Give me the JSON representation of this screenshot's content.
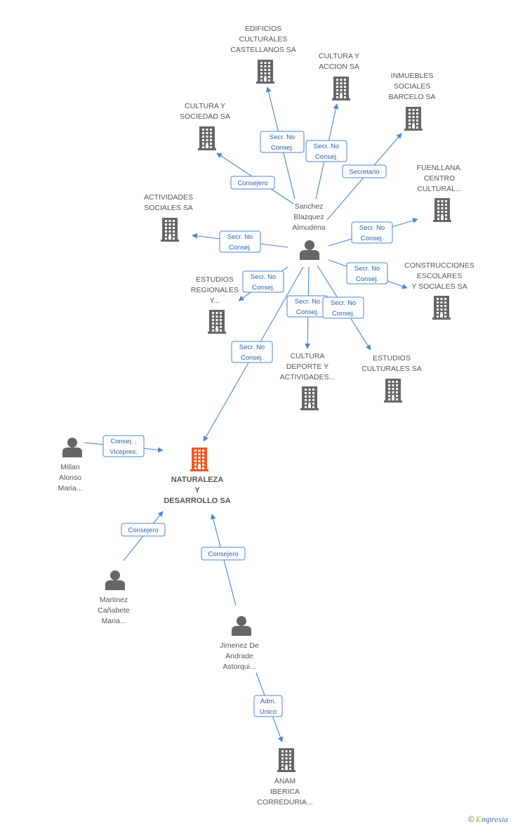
{
  "nodes": [
    {
      "id": "center",
      "kind": "person",
      "lines": [
        "Sanchez",
        "Blazquez",
        "Almudena"
      ]
    },
    {
      "id": "naturaleza",
      "kind": "company",
      "main": true,
      "lines": [
        "NATURALEZA",
        "Y",
        "DESARROLLO SA"
      ]
    },
    {
      "id": "edificios",
      "kind": "company",
      "lines": [
        "EDIFICIOS",
        "CULTURALES",
        "CASTELLANOS SA"
      ]
    },
    {
      "id": "cultura_accion",
      "kind": "company",
      "lines": [
        "CULTURA Y",
        "ACCION SA"
      ]
    },
    {
      "id": "inmuebles",
      "kind": "company",
      "lines": [
        "INMUEBLES",
        "SOCIALES",
        "BARCELO SA"
      ]
    },
    {
      "id": "cultura_sociedad",
      "kind": "company",
      "lines": [
        "CULTURA Y",
        "SOCIEDAD SA"
      ]
    },
    {
      "id": "fuenllana",
      "kind": "company",
      "lines": [
        "FUENLLANA.",
        "CENTRO",
        "CULTURAL..."
      ]
    },
    {
      "id": "actividades",
      "kind": "company",
      "lines": [
        "ACTIVIDADES",
        "SOCIALES SA"
      ]
    },
    {
      "id": "construcciones",
      "kind": "company",
      "lines": [
        "CONSTRUCCIONES",
        "ESCOLARES",
        "Y SOCIALES SA"
      ]
    },
    {
      "id": "estudios_regionales",
      "kind": "company",
      "lines": [
        "ESTUDIOS",
        "REGIONALES",
        "Y..."
      ]
    },
    {
      "id": "cultura_deporte",
      "kind": "company",
      "lines": [
        "CULTURA",
        "DEPORTE Y",
        "ACTIVIDADES..."
      ]
    },
    {
      "id": "estudios_culturales",
      "kind": "company",
      "lines": [
        "ESTUDIOS",
        "CULTURALES SA"
      ]
    },
    {
      "id": "millan",
      "kind": "person",
      "lines": [
        "Millan",
        "Alonso",
        "Maria..."
      ]
    },
    {
      "id": "martinez",
      "kind": "person",
      "lines": [
        "Martinez",
        "Cañabete",
        "Maria..."
      ]
    },
    {
      "id": "jimenez",
      "kind": "person",
      "lines": [
        "Jimenez De",
        "Andrade",
        "Astorqui..."
      ]
    },
    {
      "id": "anam",
      "kind": "company",
      "lines": [
        "ANAM",
        "IBERICA",
        "CORREDURIA..."
      ]
    }
  ],
  "edges": [
    {
      "from": "center",
      "to": "edificios",
      "lines": [
        "Secr.  No",
        "Consej."
      ]
    },
    {
      "from": "center",
      "to": "cultura_accion",
      "lines": [
        "Secr.  No",
        "Consej."
      ]
    },
    {
      "from": "center",
      "to": "inmuebles",
      "lines": [
        "Secretario"
      ]
    },
    {
      "from": "center",
      "to": "cultura_sociedad",
      "lines": [
        "Consejero"
      ]
    },
    {
      "from": "center",
      "to": "fuenllana",
      "lines": [
        "Secr.  No",
        "Consej."
      ]
    },
    {
      "from": "center",
      "to": "actividades",
      "lines": [
        "Secr.  No",
        "Consej."
      ]
    },
    {
      "from": "center",
      "to": "construcciones",
      "lines": [
        "Secr.  No",
        "Consej."
      ]
    },
    {
      "from": "center",
      "to": "estudios_regionales",
      "lines": [
        "Secr.  No",
        "Consej."
      ]
    },
    {
      "from": "center",
      "to": "cultura_deporte",
      "lines": [
        "Secr.  No",
        "Consej."
      ]
    },
    {
      "from": "center",
      "to": "estudios_culturales",
      "lines": [
        "Secr.  No",
        "Consej."
      ]
    },
    {
      "from": "center",
      "to": "naturaleza",
      "lines": [
        "Secr.  No",
        "Consej."
      ]
    },
    {
      "from": "millan",
      "to": "naturaleza",
      "lines": [
        "Consej. ,",
        "Vicepres."
      ]
    },
    {
      "from": "martinez",
      "to": "naturaleza",
      "lines": [
        "Consejero"
      ]
    },
    {
      "from": "jimenez",
      "to": "naturaleza",
      "lines": [
        "Consejero"
      ]
    },
    {
      "from": "jimenez",
      "to": "anam",
      "lines": [
        "Adm.",
        "Unico"
      ]
    }
  ],
  "footer": {
    "copyright": "©",
    "brand_initial": "E",
    "brand_rest": "mpresia"
  },
  "colors": {
    "edge": "#4a86d6",
    "node": "#666666",
    "main_node": "#f05a28",
    "label": "#555555"
  }
}
